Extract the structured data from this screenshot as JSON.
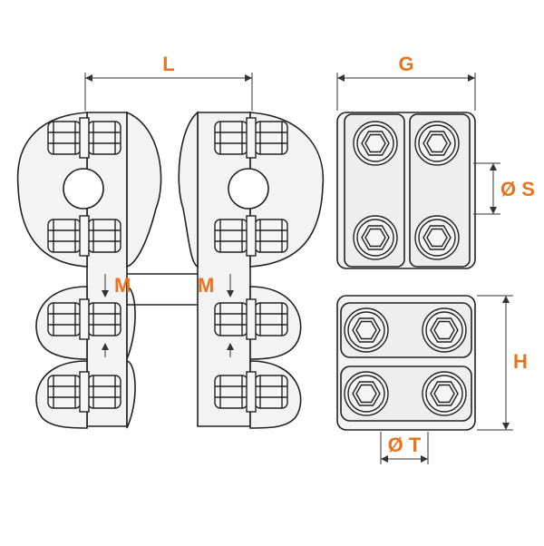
{
  "labels": {
    "L": "L",
    "G": "G",
    "S": "Ø S",
    "H": "H",
    "T": "Ø T",
    "M_left": "M",
    "M_right": "M"
  },
  "colors": {
    "label": "#e8741e",
    "line": "#222222"
  }
}
